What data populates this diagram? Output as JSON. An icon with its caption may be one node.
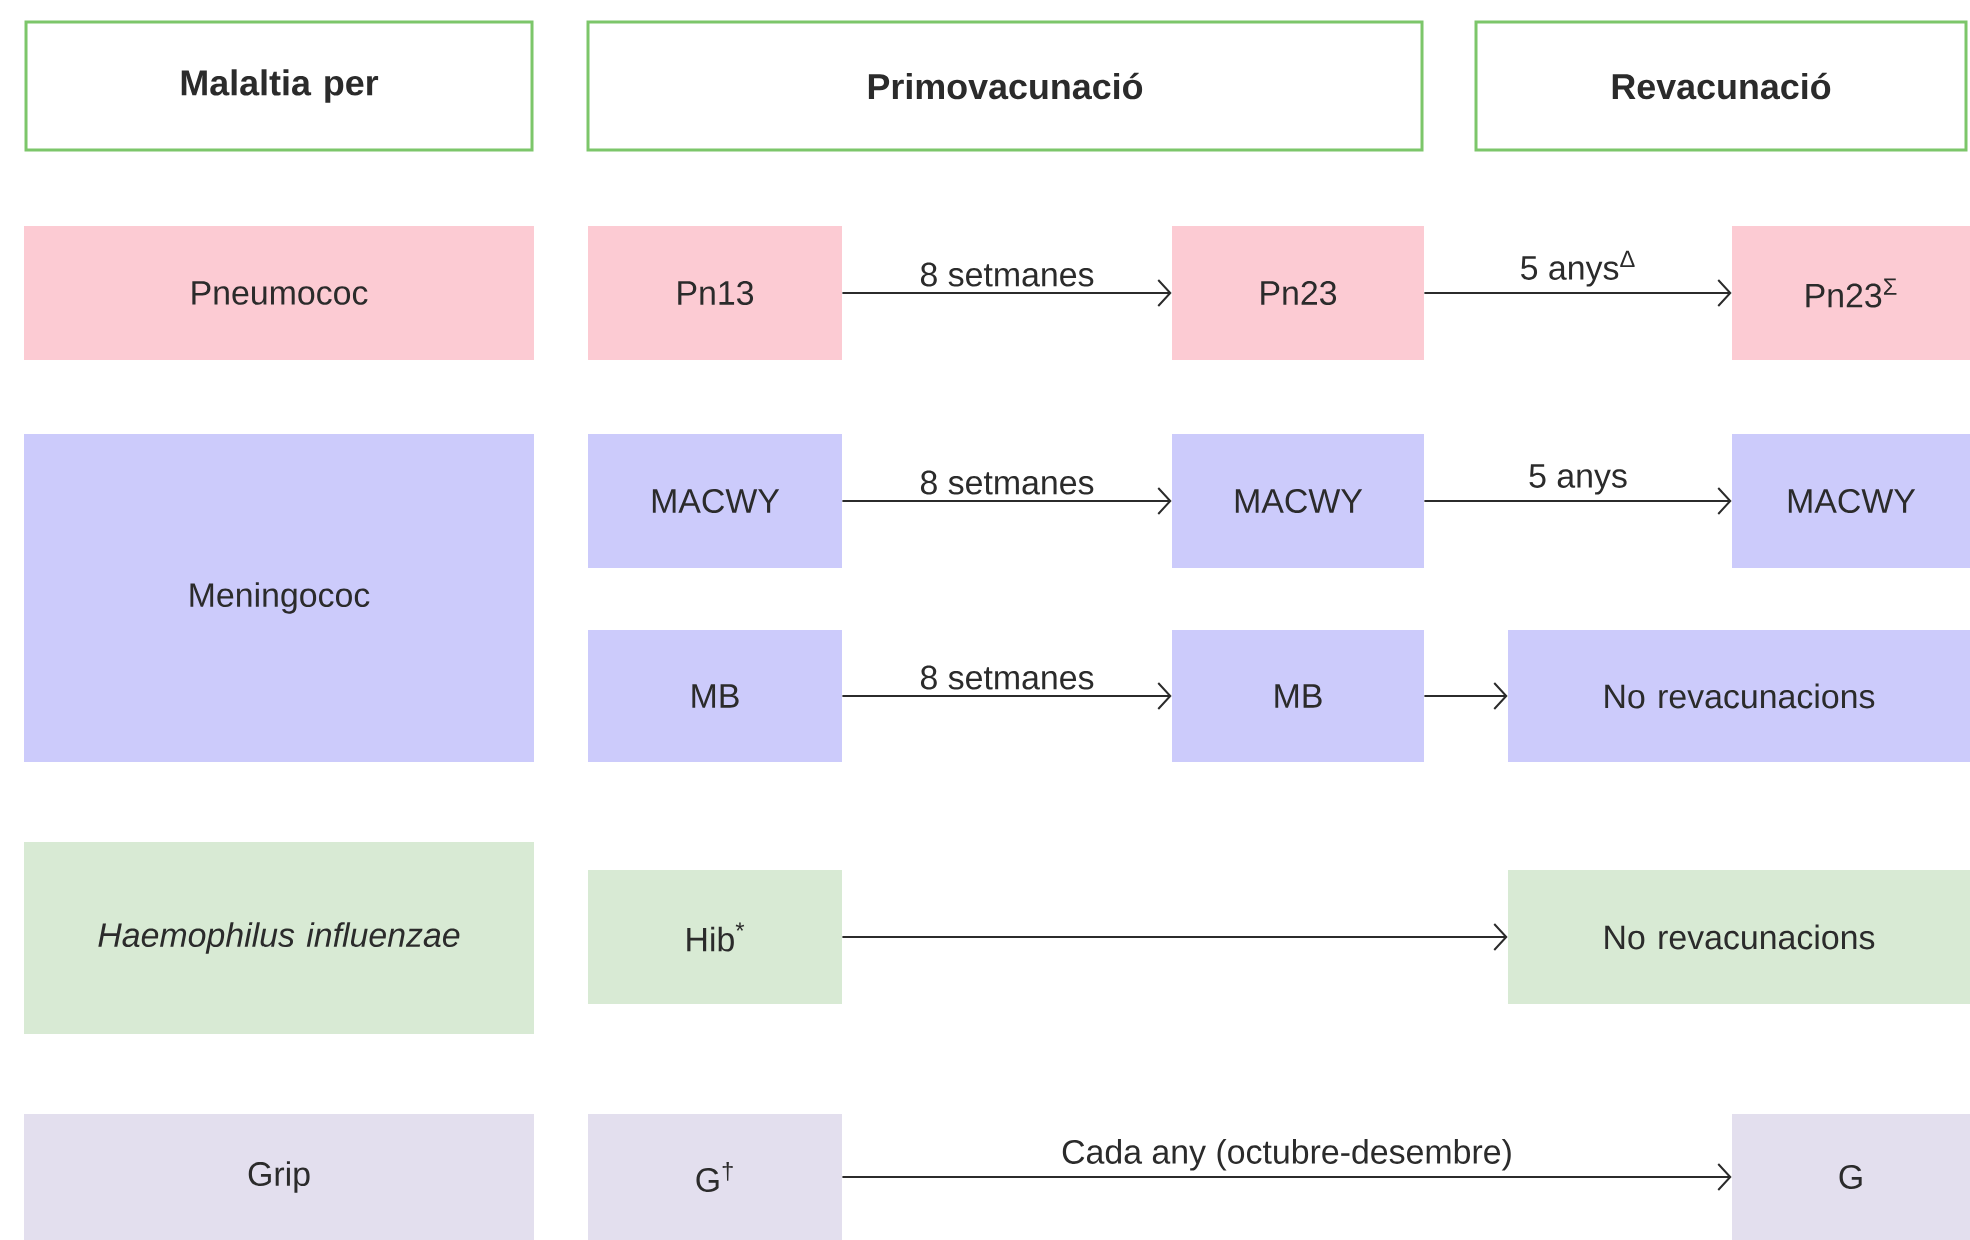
{
  "diagram": {
    "nodes": [
      {
        "text": [
          "Malaltia per"
        ]
      },
      {
        "text": [
          "Primovacunació"
        ]
      },
      {
        "text": [
          "Revacunació"
        ]
      },
      {
        "text": [
          "Pneumococ"
        ]
      },
      {
        "text": [
          "Pn13"
        ]
      },
      {
        "text": [
          "Pn23"
        ]
      },
      {
        "text": [
          "Pn23$^{Σ}$"
        ]
      },
      {
        "text": [
          "Meningococ"
        ]
      },
      {
        "text": [
          "MACWY"
        ]
      },
      {
        "text": [
          "MACWY"
        ]
      },
      {
        "text": [
          "MACWY"
        ]
      },
      {
        "text": [
          "MB"
        ]
      },
      {
        "text": [
          "MB"
        ]
      },
      {
        "text": [
          "No revacunacions"
        ]
      },
      {
        "text": [
          "Haemophilus influenzae"
        ]
      },
      {
        "text": [
          "Hib$^{*}$"
        ]
      },
      {
        "text": [
          "No revacunacions"
        ]
      },
      {
        "text": [
          "Grip"
        ]
      },
      {
        "text": [
          "G$^{†}$"
        ]
      },
      {
        "text": [
          "G"
        ]
      }
    ],
    "edges": [
      {
        "from": 4,
        "to": 5,
        "arrow": "to",
        "label": "8 setmanes"
      },
      {
        "from": 5,
        "to": 6,
        "arrow": "to",
        "label": "5 anys$^{Δ}$"
      },
      {
        "from": 8,
        "to": 9,
        "arrow": "to",
        "label": "8 setmanes"
      },
      {
        "from": 9,
        "to": 10,
        "arrow": "to",
        "label": "5 anys"
      },
      {
        "from": 11,
        "to": 12,
        "arrow": "to",
        "label": "8 setmanes"
      },
      {
        "from": 12,
        "to": 13,
        "arrow": "to"
      },
      {
        "from": 15,
        "to": 16,
        "arrow": "to"
      },
      {
        "from": 18,
        "to": 19,
        "arrow": "to",
        "label": "Cada any (octubre-desembre)"
      }
    ]
  }
}
